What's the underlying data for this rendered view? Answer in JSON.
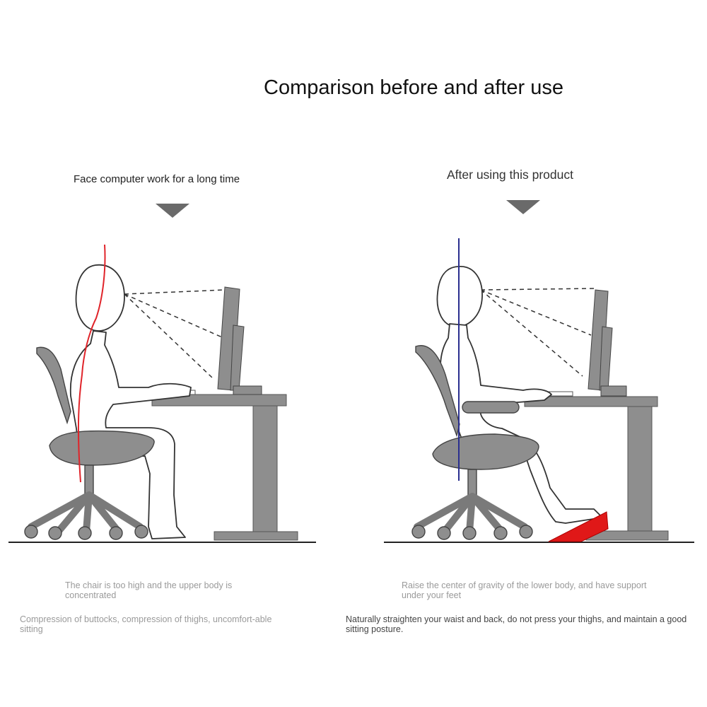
{
  "title": "Comparison before and after use",
  "left": {
    "heading": "Face computer work for a long time",
    "note1": "The chair is too high and the upper body is concentrated",
    "note2": "Compression of buttocks, compression of thighs, uncomfort-able sitting"
  },
  "right": {
    "heading": "After using this product",
    "note1": "Raise the center of gravity of the lower body, and have support under your feet",
    "note2": "Naturally straighten your waist and back, do not press your thighs, and maintain a good sitting posture."
  },
  "colors": {
    "spine_line_before": "#e0242a",
    "spine_line_after": "#2a2f8f",
    "footrest": "#e01818",
    "furniture": "#8e8e8e",
    "arrow": "#6a6a6a"
  }
}
